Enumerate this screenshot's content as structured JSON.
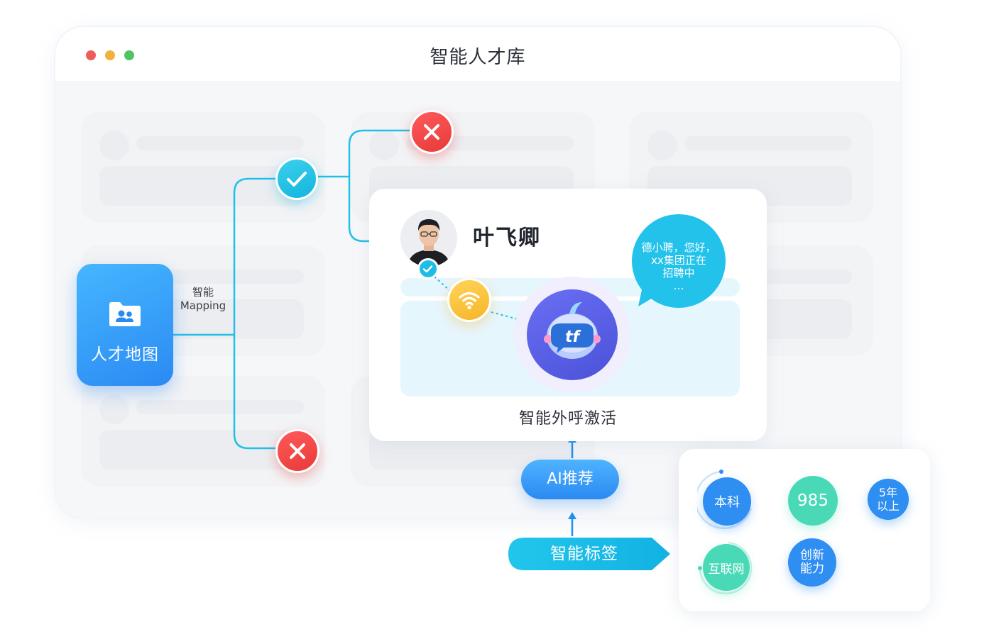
{
  "window": {
    "title": "智能人才库",
    "traffic_lights": [
      "red",
      "yellow",
      "green"
    ]
  },
  "talent_map": {
    "label": "人才地图",
    "icon": "people-folder-icon"
  },
  "mapping": {
    "line1": "智能",
    "line2": "Mapping"
  },
  "filter_nodes": {
    "passed_icon": "check-icon",
    "rejected_icon": "close-icon"
  },
  "profile": {
    "name": "叶飞卿",
    "verified_icon": "check-icon",
    "call_icon": "wifi-signal-icon",
    "bot_icon": "robot-tf-icon",
    "bot_text": "tf",
    "bubble_lines": [
      "德小聘，您好，",
      "xx集团正在",
      "招聘中",
      "…"
    ],
    "caption": "智能外呼激活"
  },
  "buttons": {
    "ai_recommend": "AI推荐",
    "smart_tags": "智能标签"
  },
  "tags": {
    "bachelor": "本科",
    "n985": "985",
    "years_line1": "5年",
    "years_line2": "以上",
    "internet": "互联网",
    "innovation_line1": "创新",
    "innovation_line2": "能力"
  },
  "colors": {
    "primary_blue": "#2a8af3",
    "cyan": "#1fbde5",
    "red": "#e83a3a",
    "yellow": "#f6b52a",
    "teal": "#49d9b6",
    "purple": "#4a52d8"
  }
}
